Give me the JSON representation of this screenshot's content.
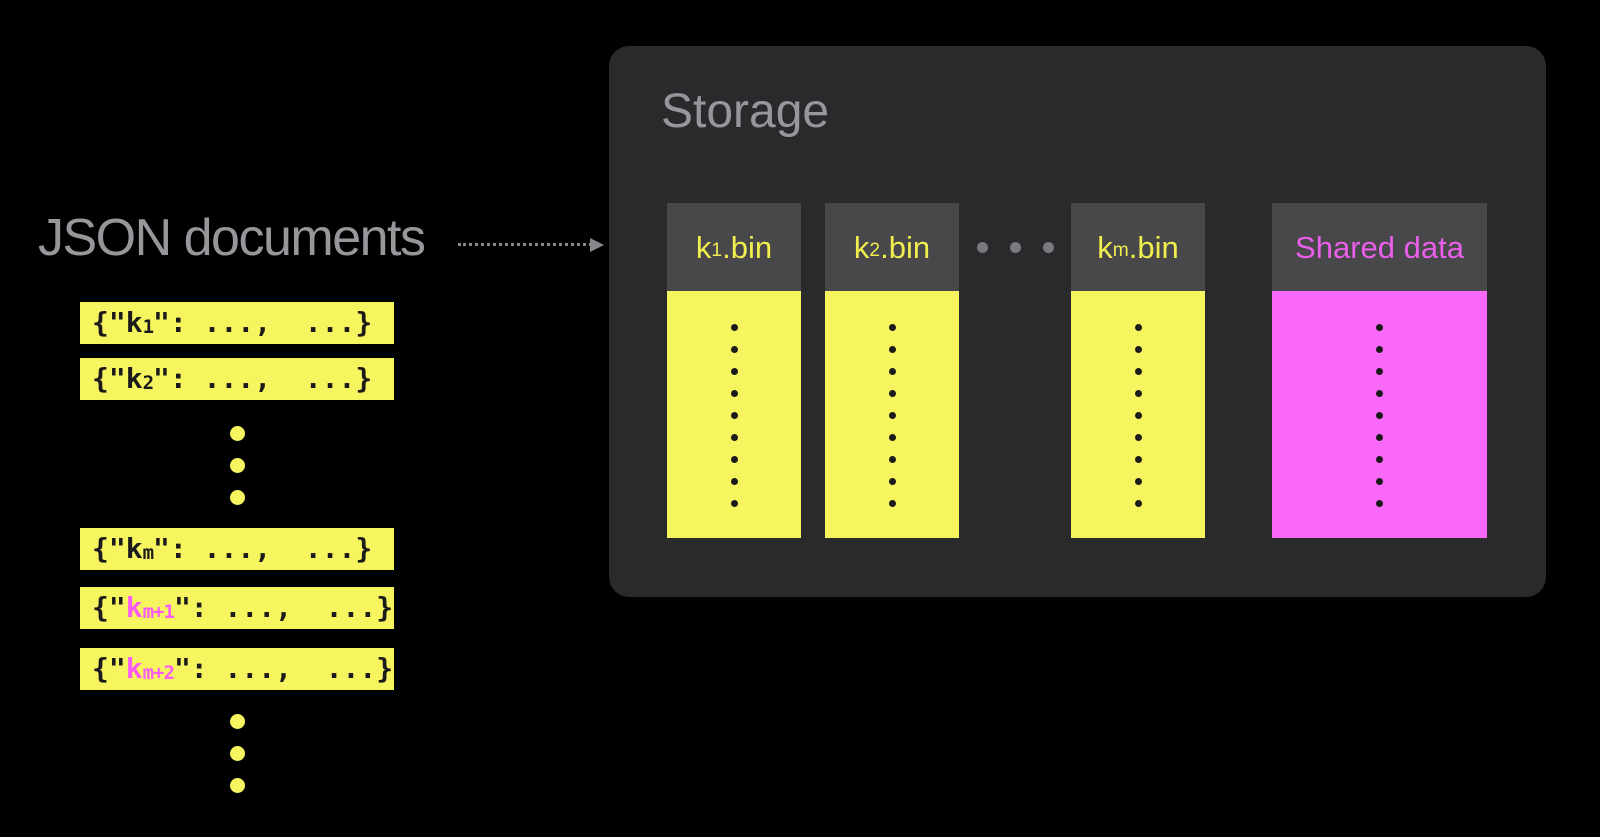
{
  "left_panel": {
    "title": "JSON documents",
    "rows": [
      {
        "type": "doc",
        "prefix": "{\"",
        "key": "k",
        "sub": "1",
        "suffix": "\": ...,  ...}",
        "highlight": false
      },
      {
        "type": "doc",
        "prefix": "{\"",
        "key": "k",
        "sub": "2",
        "suffix": "\": ...,  ...}",
        "highlight": false
      },
      {
        "type": "dots",
        "count": 3
      },
      {
        "type": "doc",
        "prefix": "{\"",
        "key": "k",
        "sub": "m",
        "suffix": "\": ...,  ...}",
        "highlight": false
      },
      {
        "type": "doc",
        "prefix": "{\"",
        "key": "k",
        "sub": "m+1",
        "suffix": "\": ...,  ...}",
        "highlight": true
      },
      {
        "type": "doc",
        "prefix": "{\"",
        "key": "k",
        "sub": "m+2",
        "suffix": "\": ...,  ...}",
        "highlight": true
      },
      {
        "type": "dots",
        "count": 3
      }
    ]
  },
  "storage_panel": {
    "title": "Storage",
    "columns": [
      {
        "type": "bin",
        "label_key": "k",
        "label_sub": "1",
        "label_suffix": ".bin",
        "variant": "yellow",
        "dot_count": 9
      },
      {
        "type": "bin",
        "label_key": "k",
        "label_sub": "2",
        "label_suffix": ".bin",
        "variant": "yellow",
        "dot_count": 9
      },
      {
        "type": "ellipsis",
        "dot_count": 3
      },
      {
        "type": "bin",
        "label_key": "k",
        "label_sub": "m",
        "label_suffix": ".bin",
        "variant": "yellow",
        "dot_count": 9
      },
      {
        "type": "bin",
        "label": "Shared data",
        "variant": "magenta",
        "wide": true,
        "dot_count": 9
      }
    ]
  },
  "colors": {
    "yellow": "#f6f45f",
    "magenta": "#fa68fa",
    "yellow_text": "#f0ee4e",
    "magenta_text": "#e95fe9",
    "pink_key": "#fa5cf5",
    "gray_text": "#98969b",
    "panel_bg": "#2a2a2d",
    "header_bg": "#48474a",
    "dot_black": "#1b1b1b",
    "gap_dot": "#7b787e",
    "arrow_gray": "#8a878c"
  }
}
